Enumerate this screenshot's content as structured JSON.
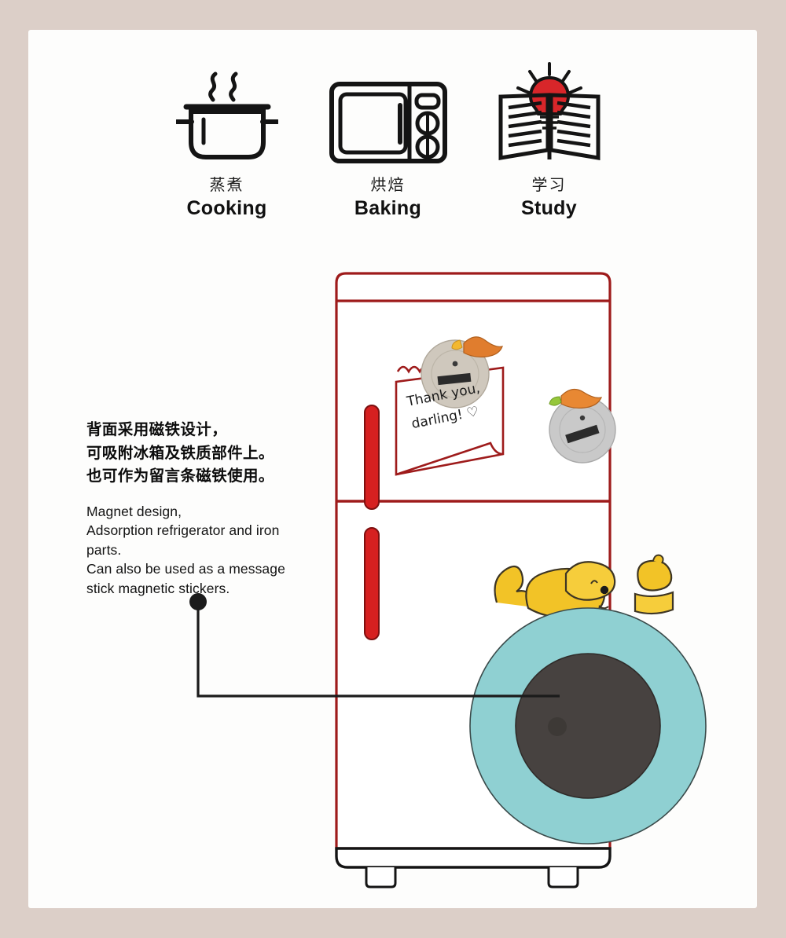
{
  "page": {
    "frame_color": "#dccfc8",
    "canvas_color": "#fdfdfc",
    "accent_red": "#d62020",
    "outline_red": "#9e1b1b",
    "teal": "#8fd0d2",
    "magnet_dark": "#474240",
    "squirrel_yellow": "#f2c327",
    "bulb_red": "#d8262a"
  },
  "features": [
    {
      "icon": "steaming-pot-icon",
      "cn": "蒸煮",
      "en": "Cooking"
    },
    {
      "icon": "microwave-icon",
      "cn": "烘焙",
      "en": "Baking"
    },
    {
      "icon": "open-book-bulb-icon",
      "cn": "学习",
      "en": "Study"
    }
  ],
  "description": {
    "cn_line1": "背面采用磁铁设计，",
    "cn_line2": "可吸附冰箱及铁质部件上。",
    "cn_line3": "也可作为留言条磁铁使用。",
    "en_line1": "Magnet design,",
    "en_line2": "Adsorption refrigerator and iron",
    "en_line3": "parts.",
    "en_line4": "Can also be used as a message",
    "en_line5": "stick magnetic stickers."
  },
  "scene": {
    "appliance": "refrigerator",
    "note": {
      "line1": "Thank you,",
      "line2": "darling! ♡"
    },
    "magnets": [
      {
        "name": "squirrel-magnet-beige",
        "disc_color": "#cfc8bd",
        "figure": "orange-squirrel"
      },
      {
        "name": "squirrel-magnet-silver",
        "disc_color": "#c9c9c9",
        "figure": "orange-squirrel-with-acorn"
      }
    ],
    "product_closeup": {
      "name": "magnet-back-closeup",
      "ring_color": "#8fd0d2",
      "magnet_color": "#474240",
      "figure": "yellow-squirrel-with-acorn"
    }
  }
}
